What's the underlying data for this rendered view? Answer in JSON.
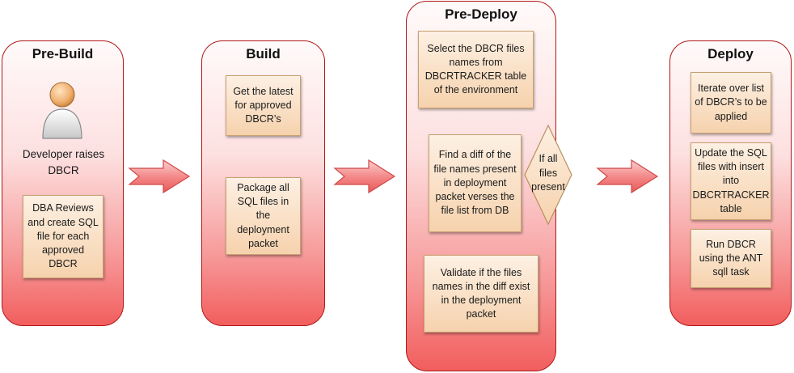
{
  "stages": {
    "prebuild": {
      "title": "Pre-Build",
      "actor_text": "Developer raises DBCR",
      "box1": "DBA Reviews and create SQL file for each approved DBCR"
    },
    "build": {
      "title": "Build",
      "box1": "Get the latest for approved DBCR’s",
      "box2": "Package all SQL files in the deployment packet"
    },
    "predeploy": {
      "title": "Pre-Deploy",
      "box1": "Select the DBCR files names from DBCRTRACKER table of the environment",
      "box2": "Find a diff of the file names present in deployment packet verses the file list from DB",
      "decision": "If  all files present",
      "box3": "Validate if the files names in the diff exist in the deployment packet"
    },
    "deploy": {
      "title": "Deploy",
      "box1": "Iterate over list of DBCR’s to be applied",
      "box2": "Update the SQL files with insert into DBCRTRACKER table",
      "box3": "Run DBCR using the ANT sqll task"
    }
  },
  "icons": {
    "actor": "person-icon",
    "arrow": "arrow-right-icon"
  },
  "colors": {
    "stage_border": "#b01818",
    "stage_fill_bottom": "#f25e5e",
    "box_fill": "#f6d2ad",
    "arrow_fill": "#f06a6a"
  }
}
